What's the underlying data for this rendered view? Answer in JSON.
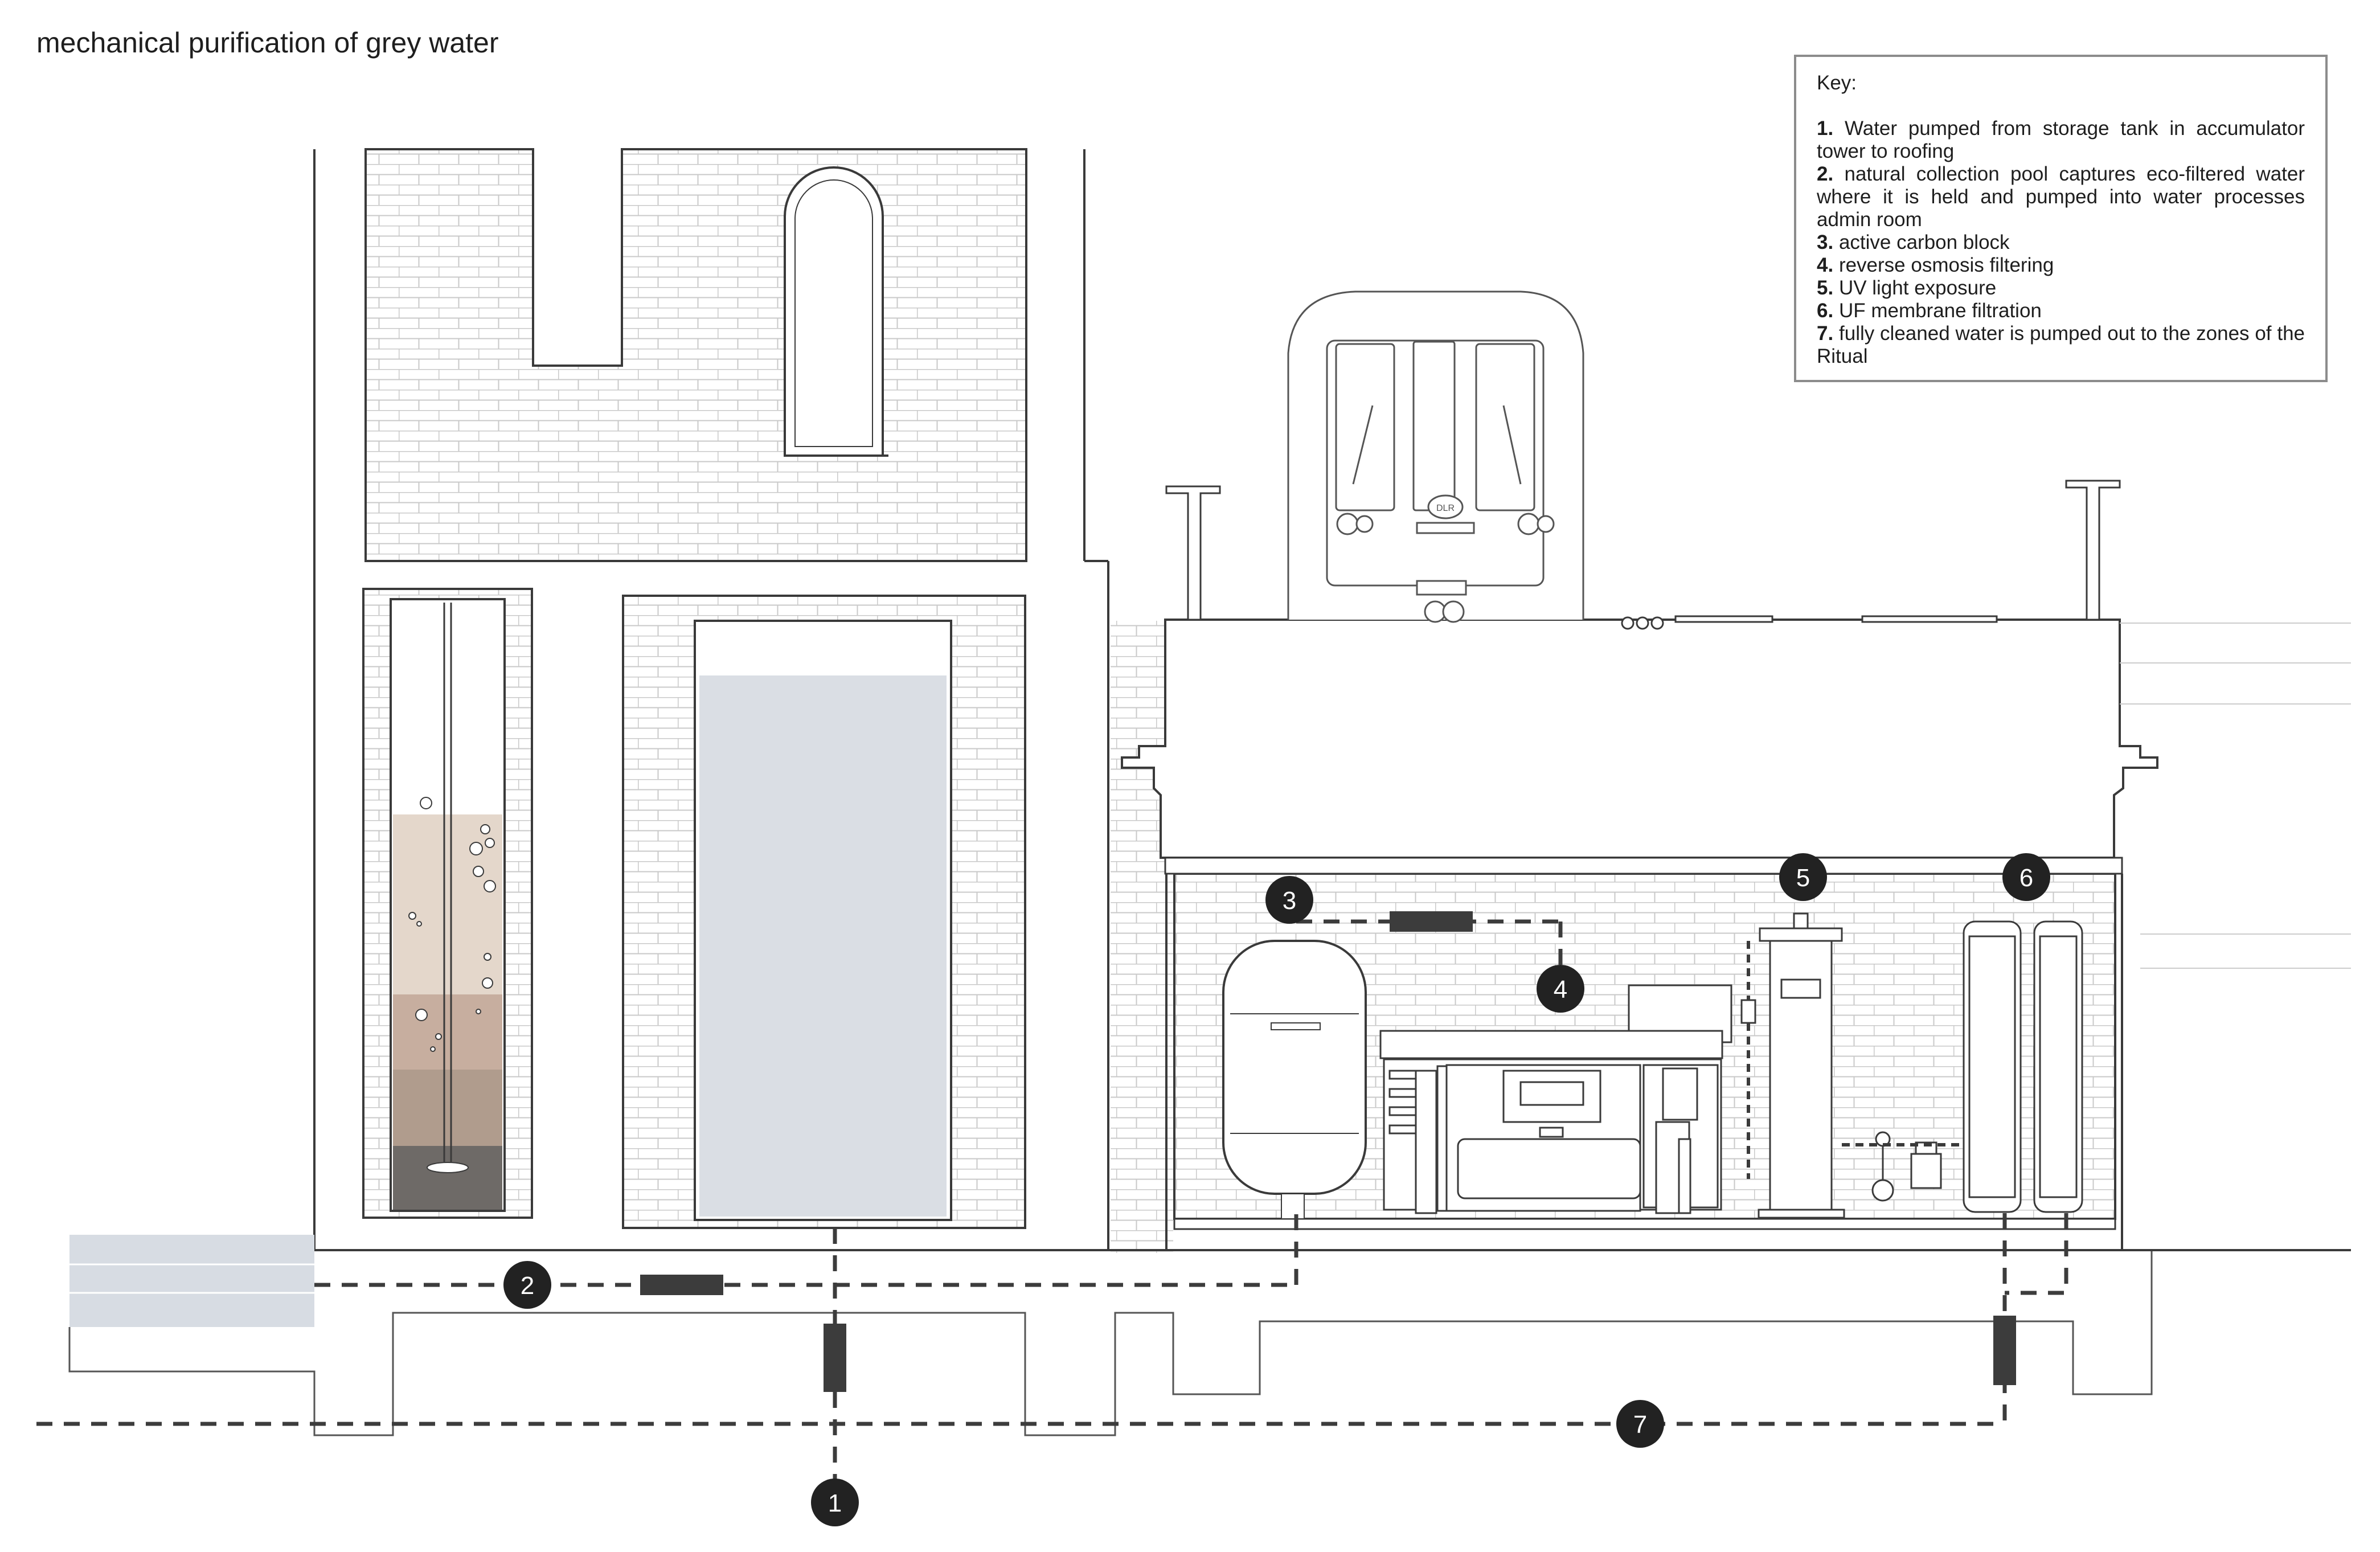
{
  "title": "mechanical purification of grey water",
  "key": {
    "heading": "Key:",
    "items": [
      {
        "num": "1.",
        "text": "Water pumped from storage tank in accumulator tower to roofing"
      },
      {
        "num": "2.",
        "text": "natural collection pool captures eco-filtered water where it is held and pumped into water processes admin room"
      },
      {
        "num": "3.",
        "text": "active carbon block"
      },
      {
        "num": "4.",
        "text": "reverse osmosis filtering"
      },
      {
        "num": "5.",
        "text": "UV light exposure"
      },
      {
        "num": "6.",
        "text": "UF membrane filtration"
      },
      {
        "num": "7.",
        "text": "fully cleaned water is pumped out to the zones of the Ritual"
      }
    ]
  },
  "markers": {
    "m1": "1",
    "m2": "2",
    "m3": "3",
    "m4": "4",
    "m5": "5",
    "m6": "6",
    "m7": "7"
  },
  "train_badge": "DLR",
  "colors": {
    "line": "#3a3a3a",
    "brick": "#c9c9c9",
    "water": "#dadee4",
    "pool": "#d7dce3",
    "sediment_light": "#e4d7cb",
    "sediment_mid": "#c7ae9f",
    "sediment_dark": "#b09c8d",
    "sludge": "#6e6a67",
    "marker": "#222222",
    "pipe": "#3c3c3c"
  }
}
